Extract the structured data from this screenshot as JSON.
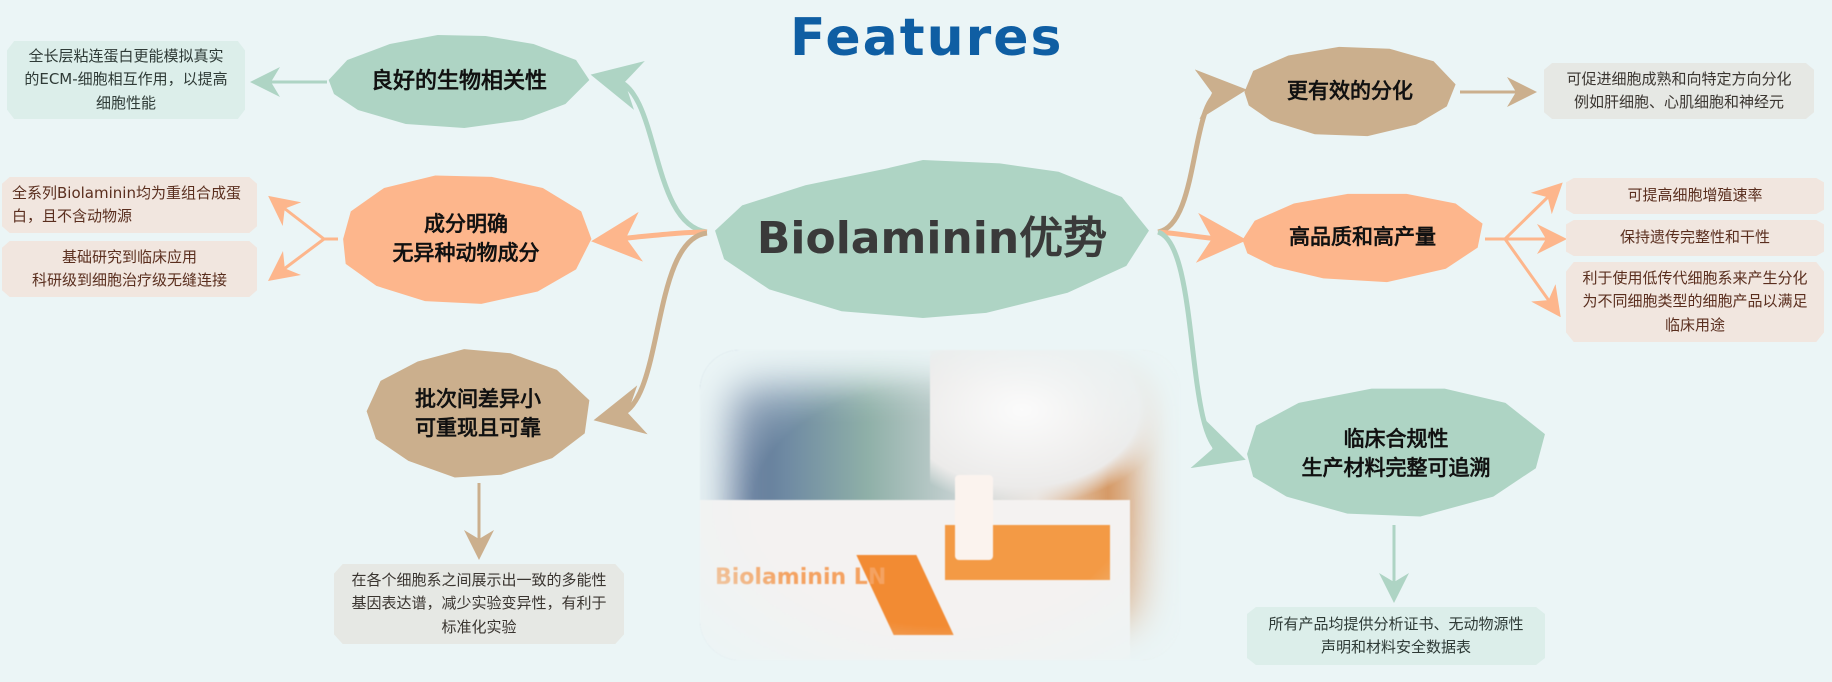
{
  "title": "Features",
  "colors": {
    "background": "#EBF5F6",
    "title": "#0F5EA3",
    "green": "#AED4C4",
    "peach": "#FDB68C",
    "tan": "#CBAF8D"
  },
  "center": {
    "label": "Biolaminin优势"
  },
  "left_branches": [
    {
      "label": "良好的生物相关性",
      "color": "green",
      "leaves": [
        "全长层粘连蛋白更能模拟真实\n的ECM-细胞相互作用，以提高\n细胞性能"
      ]
    },
    {
      "label": "成分明确\n无异种动物成分",
      "color": "peach",
      "leaves": [
        "全系列Biolaminin均为重组合成蛋\n白，且不含动物源",
        "基础研究到临床应用\n科研级到细胞治疗级无缝连接"
      ]
    },
    {
      "label": "批次间差异小\n可重现且可靠",
      "color": "tan",
      "leaves": [
        "在各个细胞系之间展示出一致的多能性\n基因表达谱，减少实验变异性，有利于\n标准化实验"
      ]
    }
  ],
  "right_branches": [
    {
      "label": "更有效的分化",
      "color": "tan",
      "leaves": [
        "可促进细胞成熟和向特定方向分化\n例如肝细胞、心肌细胞和神经元"
      ]
    },
    {
      "label": "高品质和高产量",
      "color": "peach",
      "leaves": [
        "可提高细胞增殖速率",
        "保持遗传完整性和干性",
        "利于使用低传代细胞系来产生分化\n为不同细胞类型的细胞产品以满足\n临床用途"
      ]
    },
    {
      "label": "临床合规性\n生产材料完整可追溯",
      "color": "green",
      "leaves": [
        "所有产品均提供分析证书、无动物源性\n声明和材料安全数据表"
      ]
    }
  ],
  "photo": {
    "brand_text": "Biolaminin LN"
  }
}
